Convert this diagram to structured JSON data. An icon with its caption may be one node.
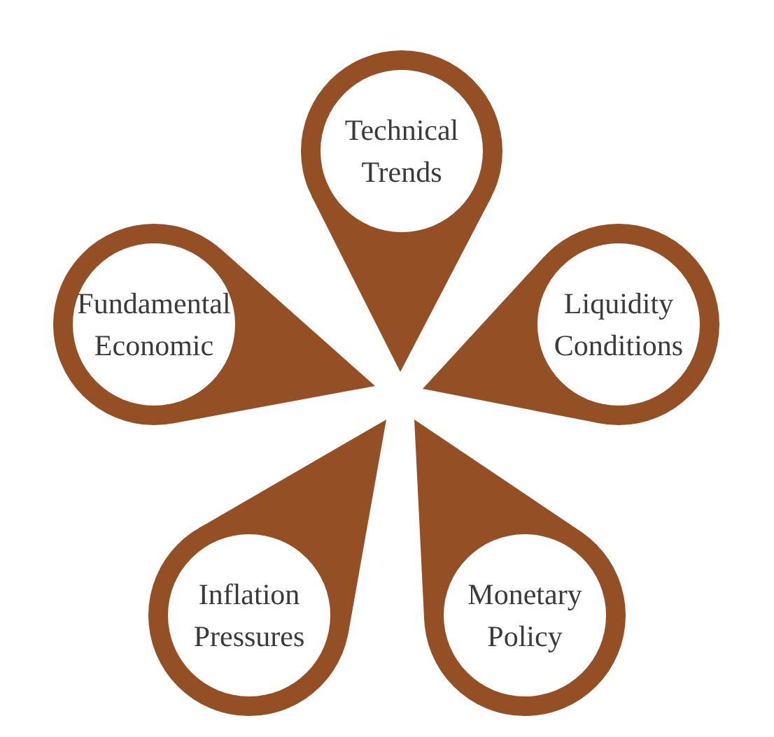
{
  "diagram": {
    "nodes": [
      {
        "text": [
          "Technical Trends"
        ]
      },
      {
        "text": [
          "Fundamental Economic"
        ]
      },
      {
        "text": [
          "Liquidity Conditions"
        ]
      },
      {
        "text": [
          "Inflation Pressures"
        ]
      },
      {
        "text": [
          "Monetary Policy"
        ]
      }
    ]
  }
}
